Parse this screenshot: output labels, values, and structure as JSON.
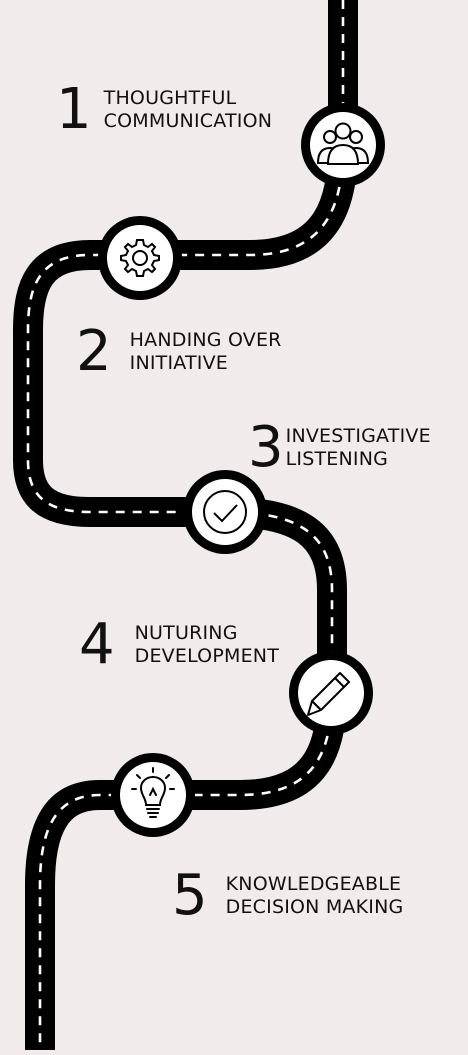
{
  "steps": [
    {
      "number": "1",
      "line1": "THOUGHTFUL",
      "line2": "COMMUNICATION",
      "icon": "people-group-icon"
    },
    {
      "number": "2",
      "line1": "HANDING OVER",
      "line2": "INITIATIVE",
      "icon": "gear-icon"
    },
    {
      "number": "3",
      "line1": "INVESTIGATIVE",
      "line2": "LISTENING",
      "icon": "check-circle-icon"
    },
    {
      "number": "4",
      "line1": "NUTURING",
      "line2": "DEVELOPMENT",
      "icon": "pencil-icon"
    },
    {
      "number": "5",
      "line1": "KNOWLEDGEABLE",
      "line2": "DECISION MAKING",
      "icon": "lightbulb-icon"
    }
  ],
  "colors": {
    "background": "#f1eceb",
    "road": "#000000",
    "dash": "#ffffff",
    "node_fill": "#ffffff"
  }
}
